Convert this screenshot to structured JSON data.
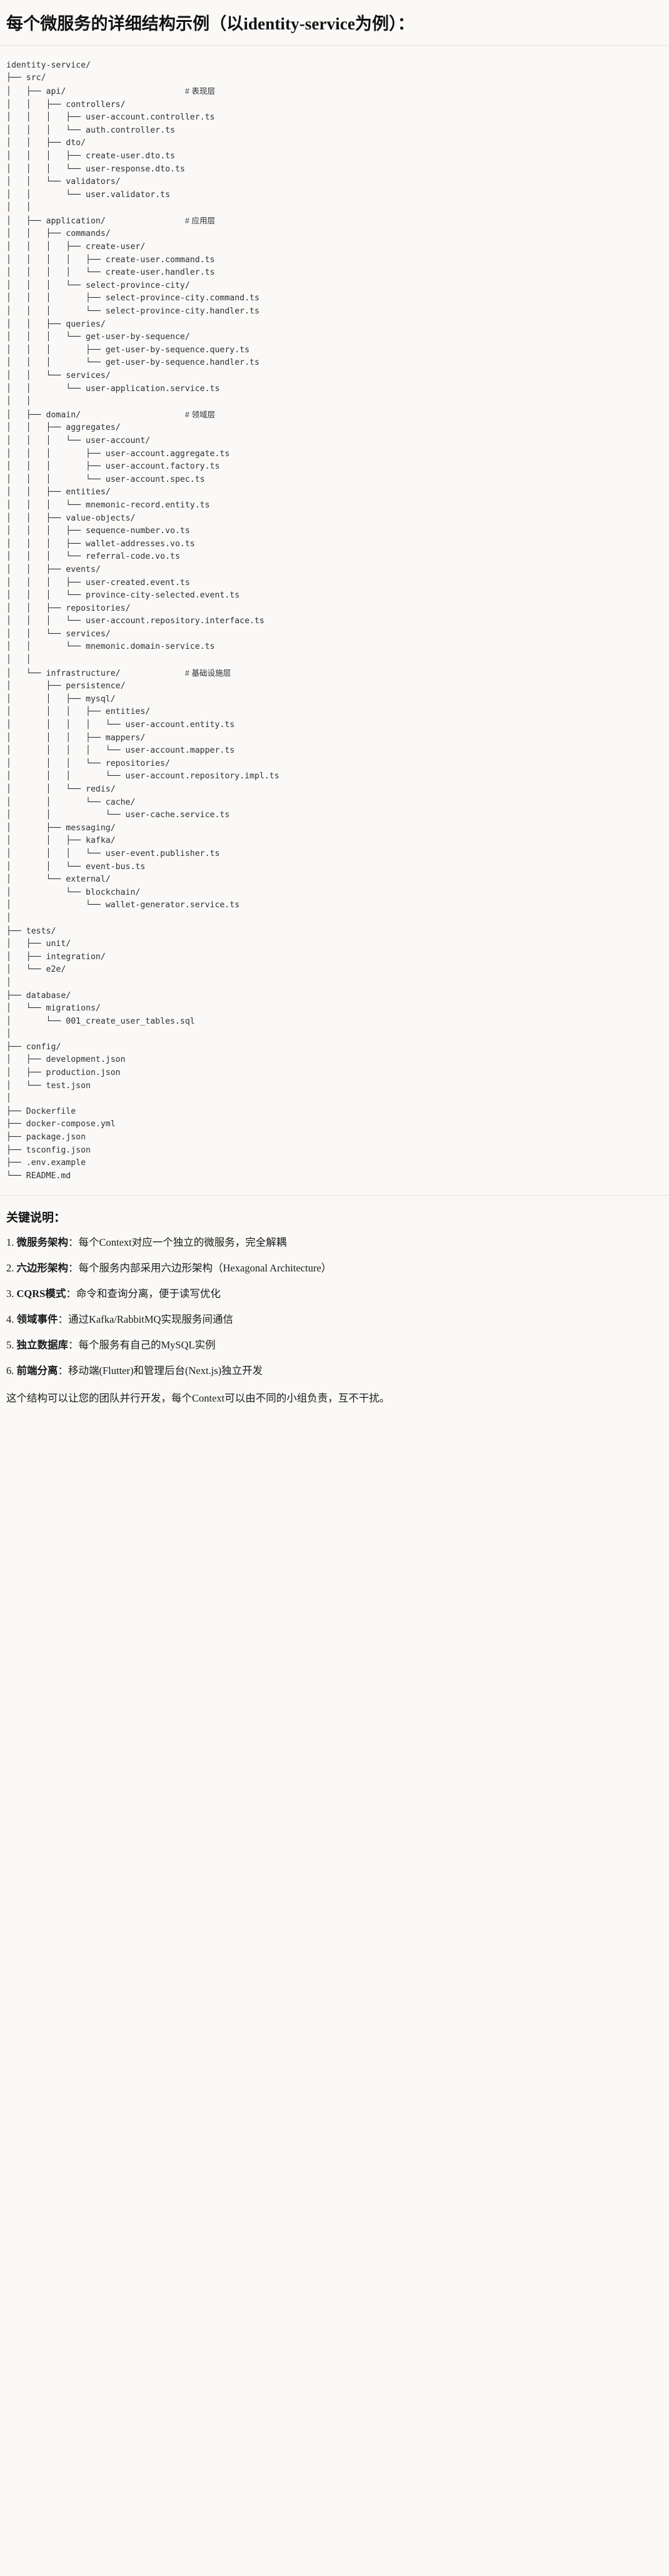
{
  "header": {
    "title": "每个微服务的详细结构示例（以identity-service为例）："
  },
  "tree": {
    "root": "identity-service/",
    "rows": [
      {
        "path": "identity-service/",
        "comment": ""
      },
      {
        "path": "├── src/",
        "comment": ""
      },
      {
        "path": "│   ├── api/",
        "comment": "# 表现层"
      },
      {
        "path": "│   │   ├── controllers/",
        "comment": ""
      },
      {
        "path": "│   │   │   ├── user-account.controller.ts",
        "comment": ""
      },
      {
        "path": "│   │   │   └── auth.controller.ts",
        "comment": ""
      },
      {
        "path": "│   │   ├── dto/",
        "comment": ""
      },
      {
        "path": "│   │   │   ├── create-user.dto.ts",
        "comment": ""
      },
      {
        "path": "│   │   │   └── user-response.dto.ts",
        "comment": ""
      },
      {
        "path": "│   │   └── validators/",
        "comment": ""
      },
      {
        "path": "│   │       └── user.validator.ts",
        "comment": ""
      },
      {
        "path": "│   │",
        "comment": ""
      },
      {
        "path": "│   ├── application/",
        "comment": "# 应用层"
      },
      {
        "path": "│   │   ├── commands/",
        "comment": ""
      },
      {
        "path": "│   │   │   ├── create-user/",
        "comment": ""
      },
      {
        "path": "│   │   │   │   ├── create-user.command.ts",
        "comment": ""
      },
      {
        "path": "│   │   │   │   └── create-user.handler.ts",
        "comment": ""
      },
      {
        "path": "│   │   │   └── select-province-city/",
        "comment": ""
      },
      {
        "path": "│   │   │       ├── select-province-city.command.ts",
        "comment": ""
      },
      {
        "path": "│   │   │       └── select-province-city.handler.ts",
        "comment": ""
      },
      {
        "path": "│   │   ├── queries/",
        "comment": ""
      },
      {
        "path": "│   │   │   └── get-user-by-sequence/",
        "comment": ""
      },
      {
        "path": "│   │   │       ├── get-user-by-sequence.query.ts",
        "comment": ""
      },
      {
        "path": "│   │   │       └── get-user-by-sequence.handler.ts",
        "comment": ""
      },
      {
        "path": "│   │   └── services/",
        "comment": ""
      },
      {
        "path": "│   │       └── user-application.service.ts",
        "comment": ""
      },
      {
        "path": "│   │",
        "comment": ""
      },
      {
        "path": "│   ├── domain/",
        "comment": "# 领域层"
      },
      {
        "path": "│   │   ├── aggregates/",
        "comment": ""
      },
      {
        "path": "│   │   │   └── user-account/",
        "comment": ""
      },
      {
        "path": "│   │   │       ├── user-account.aggregate.ts",
        "comment": ""
      },
      {
        "path": "│   │   │       ├── user-account.factory.ts",
        "comment": ""
      },
      {
        "path": "│   │   │       └── user-account.spec.ts",
        "comment": ""
      },
      {
        "path": "│   │   ├── entities/",
        "comment": ""
      },
      {
        "path": "│   │   │   └── mnemonic-record.entity.ts",
        "comment": ""
      },
      {
        "path": "│   │   ├── value-objects/",
        "comment": ""
      },
      {
        "path": "│   │   │   ├── sequence-number.vo.ts",
        "comment": ""
      },
      {
        "path": "│   │   │   ├── wallet-addresses.vo.ts",
        "comment": ""
      },
      {
        "path": "│   │   │   └── referral-code.vo.ts",
        "comment": ""
      },
      {
        "path": "│   │   ├── events/",
        "comment": ""
      },
      {
        "path": "│   │   │   ├── user-created.event.ts",
        "comment": ""
      },
      {
        "path": "│   │   │   └── province-city-selected.event.ts",
        "comment": ""
      },
      {
        "path": "│   │   ├── repositories/",
        "comment": ""
      },
      {
        "path": "│   │   │   └── user-account.repository.interface.ts",
        "comment": ""
      },
      {
        "path": "│   │   └── services/",
        "comment": ""
      },
      {
        "path": "│   │       └── mnemonic.domain-service.ts",
        "comment": ""
      },
      {
        "path": "│   │",
        "comment": ""
      },
      {
        "path": "│   └── infrastructure/",
        "comment": "# 基础设施层"
      },
      {
        "path": "│       ├── persistence/",
        "comment": ""
      },
      {
        "path": "│       │   ├── mysql/",
        "comment": ""
      },
      {
        "path": "│       │   │   ├── entities/",
        "comment": ""
      },
      {
        "path": "│       │   │   │   └── user-account.entity.ts",
        "comment": ""
      },
      {
        "path": "│       │   │   ├── mappers/",
        "comment": ""
      },
      {
        "path": "│       │   │   │   └── user-account.mapper.ts",
        "comment": ""
      },
      {
        "path": "│       │   │   └── repositories/",
        "comment": ""
      },
      {
        "path": "│       │   │       └── user-account.repository.impl.ts",
        "comment": ""
      },
      {
        "path": "│       │   └── redis/",
        "comment": ""
      },
      {
        "path": "│       │       └── cache/",
        "comment": ""
      },
      {
        "path": "│       │           └── user-cache.service.ts",
        "comment": ""
      },
      {
        "path": "│       ├── messaging/",
        "comment": ""
      },
      {
        "path": "│       │   ├── kafka/",
        "comment": ""
      },
      {
        "path": "│       │   │   └── user-event.publisher.ts",
        "comment": ""
      },
      {
        "path": "│       │   └── event-bus.ts",
        "comment": ""
      },
      {
        "path": "│       └── external/",
        "comment": ""
      },
      {
        "path": "│           └── blockchain/",
        "comment": ""
      },
      {
        "path": "│               └── wallet-generator.service.ts",
        "comment": ""
      },
      {
        "path": "│",
        "comment": ""
      },
      {
        "path": "├── tests/",
        "comment": ""
      },
      {
        "path": "│   ├── unit/",
        "comment": ""
      },
      {
        "path": "│   ├── integration/",
        "comment": ""
      },
      {
        "path": "│   └── e2e/",
        "comment": ""
      },
      {
        "path": "│",
        "comment": ""
      },
      {
        "path": "├── database/",
        "comment": ""
      },
      {
        "path": "│   └── migrations/",
        "comment": ""
      },
      {
        "path": "│       └── 001_create_user_tables.sql",
        "comment": ""
      },
      {
        "path": "│",
        "comment": ""
      },
      {
        "path": "├── config/",
        "comment": ""
      },
      {
        "path": "│   ├── development.json",
        "comment": ""
      },
      {
        "path": "│   ├── production.json",
        "comment": ""
      },
      {
        "path": "│   └── test.json",
        "comment": ""
      },
      {
        "path": "│",
        "comment": ""
      },
      {
        "path": "├── Dockerfile",
        "comment": ""
      },
      {
        "path": "├── docker-compose.yml",
        "comment": ""
      },
      {
        "path": "├── package.json",
        "comment": ""
      },
      {
        "path": "├── tsconfig.json",
        "comment": ""
      },
      {
        "path": "├── .env.example",
        "comment": ""
      },
      {
        "path": "└── README.md",
        "comment": ""
      }
    ]
  },
  "notes": {
    "title": "关键说明：",
    "items": [
      {
        "num": "1.",
        "term": "微服务架构",
        "sep": "：",
        "desc": "每个Context对应一个独立的微服务，完全解耦"
      },
      {
        "num": "2.",
        "term": "六边形架构",
        "sep": "：",
        "desc": "每个服务内部采用六边形架构（Hexagonal Architecture）"
      },
      {
        "num": "3.",
        "term": "CQRS模式",
        "sep": "：",
        "desc": "命令和查询分离，便于读写优化"
      },
      {
        "num": "4.",
        "term": "领域事件",
        "sep": "：",
        "desc": "通过Kafka/RabbitMQ实现服务间通信"
      },
      {
        "num": "5.",
        "term": "独立数据库",
        "sep": "：",
        "desc": "每个服务有自己的MySQL实例"
      },
      {
        "num": "6.",
        "term": "前端分离",
        "sep": "：",
        "desc": "移动端(Flutter)和管理后台(Next.js)独立开发"
      }
    ],
    "closing": "这个结构可以让您的团队并行开发，每个Context可以由不同的小组负责，互不干扰。"
  },
  "colors": {
    "background": "#faf9f7",
    "text": "#1a1a1a",
    "tree_text": "#2b2f33",
    "divider": "#e6e4e0"
  }
}
